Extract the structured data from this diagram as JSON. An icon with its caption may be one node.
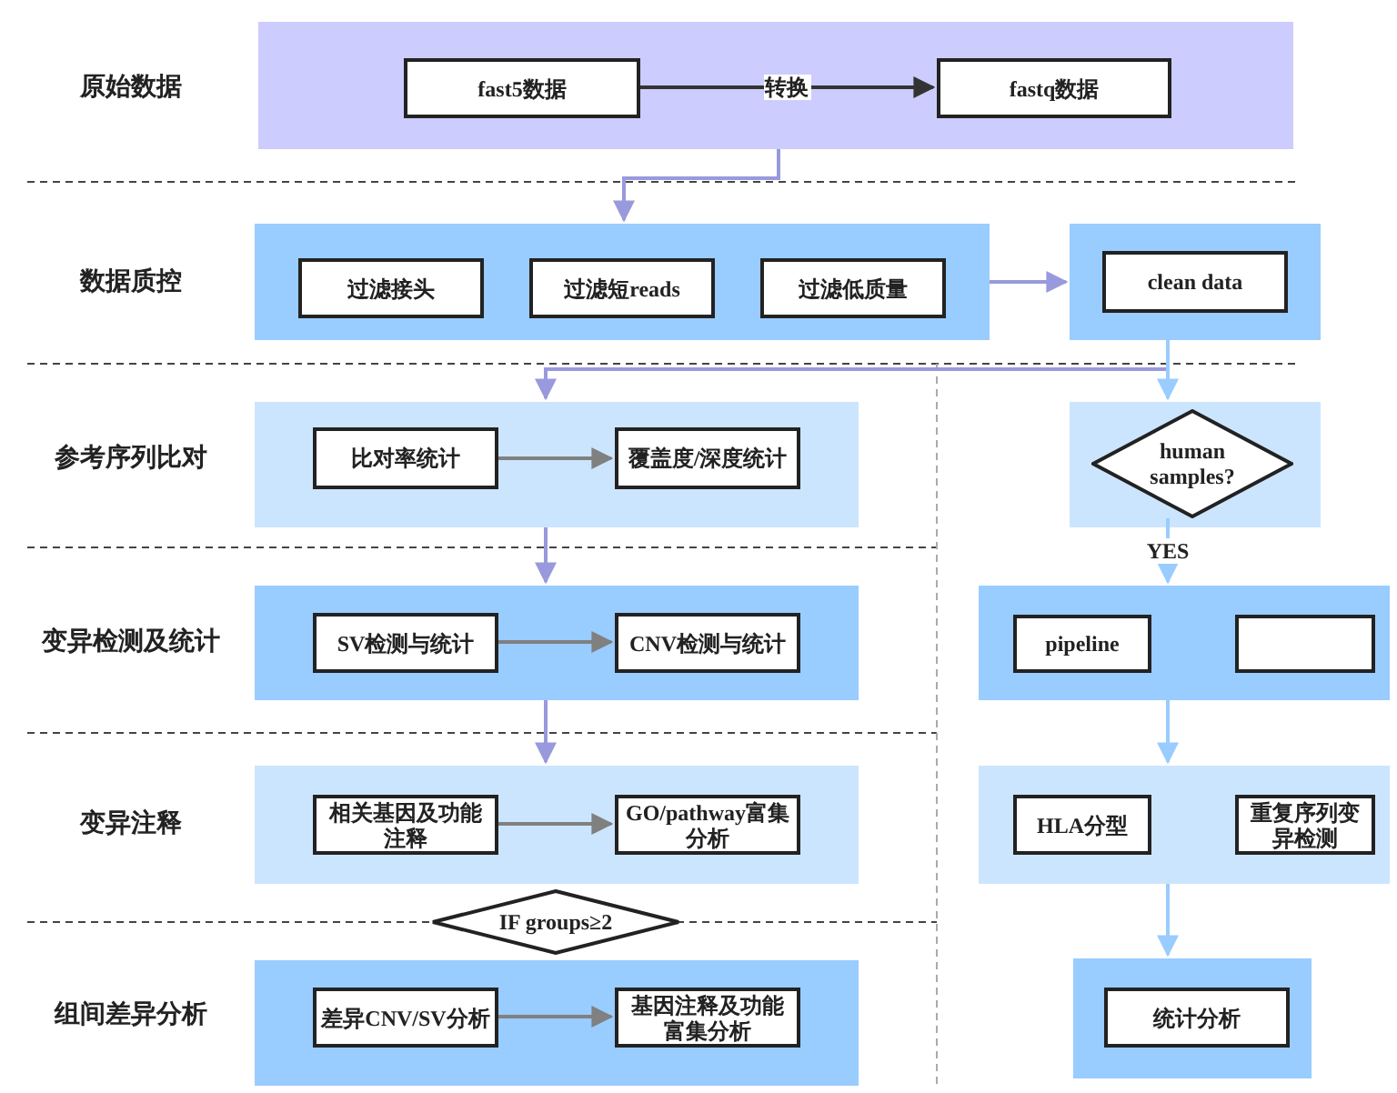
{
  "diagram": {
    "nodes": [
      {
        "text": [],
        "shape": "box"
      },
      {
        "text": [
          "fast5数据"
        ],
        "in": 0
      },
      {
        "text": [
          "fastq数据"
        ],
        "in": 0
      },
      {
        "text": [],
        "shape": "box"
      },
      {
        "text": [
          "过滤接头"
        ],
        "in": 3
      },
      {
        "text": [
          "过滤短reads"
        ],
        "in": 3
      },
      {
        "text": [
          "过滤低质量"
        ],
        "in": 3
      },
      {
        "text": [],
        "shape": "box"
      },
      {
        "text": [
          "clean data"
        ],
        "in": 7
      },
      {
        "text": [],
        "shape": "box"
      },
      {
        "text": [
          "比对率统计"
        ],
        "in": 9
      },
      {
        "text": [
          "覆盖度/深度统计"
        ],
        "in": 9
      },
      {
        "text": [],
        "shape": "box"
      },
      {
        "text": [
          "human samples?"
        ],
        "in": 12
      },
      {
        "text": [],
        "shape": "box"
      },
      {
        "text": [
          "SV检测与统计"
        ],
        "in": 14
      },
      {
        "text": [
          "CNV检测与统计"
        ],
        "in": 14
      },
      {
        "text": [],
        "shape": "box"
      },
      {
        "text": [
          "pipeline"
        ],
        "in": 17
      },
      {
        "text": [],
        "shape": "box",
        "in": 17
      },
      {
        "text": [],
        "shape": "box"
      },
      {
        "text": [
          "相关基因及功能注释"
        ],
        "in": 20
      },
      {
        "text": [
          "GO/pathway富集分析"
        ],
        "in": 20
      },
      {
        "text": [],
        "shape": "box"
      },
      {
        "text": [
          "HLA分型"
        ],
        "in": 23
      },
      {
        "text": [
          "重复序列变异检测"
        ],
        "in": 23
      },
      {
        "text": [
          "IF groups≥2"
        ]
      },
      {
        "text": [],
        "shape": "box"
      },
      {
        "text": [
          "差异CNV/SV分析"
        ],
        "in": 27
      },
      {
        "text": [
          "基因注释及功能富集分析"
        ],
        "in": 27
      },
      {
        "text": [],
        "shape": "box"
      },
      {
        "text": [
          "统计分析"
        ],
        "in": 30
      }
    ],
    "edges": [
      {
        "from": 1,
        "to": 2,
        "arrow": "to",
        "label": "转换",
        "color": "#333333"
      },
      {
        "from": 0,
        "to": 3,
        "arrow": "to"
      },
      {
        "from": 3,
        "to": 7,
        "arrow": "to"
      },
      {
        "from": 7,
        "to": 9,
        "arrow": "to"
      },
      {
        "from": 7,
        "to": 12,
        "arrow": "to",
        "color": "#99ccff"
      },
      {
        "from": 10,
        "to": 11,
        "arrow": "to",
        "color": "#808080"
      },
      {
        "from": 9,
        "to": 14,
        "arrow": "to"
      },
      {
        "from": 13,
        "to": 17,
        "arrow": "to",
        "label": "YES",
        "color": "#99ccff"
      },
      {
        "from": 15,
        "to": 16,
        "arrow": "to",
        "color": "#808080"
      },
      {
        "from": 14,
        "to": 20,
        "arrow": "to"
      },
      {
        "from": 17,
        "to": 23,
        "arrow": "to",
        "color": "#99ccff"
      },
      {
        "from": 21,
        "to": 22,
        "arrow": "to",
        "color": "#808080"
      },
      {
        "from": 23,
        "to": 30,
        "arrow": "to",
        "color": "#99ccff"
      },
      {
        "from": 28,
        "to": 29,
        "arrow": "to",
        "color": "#808080"
      }
    ],
    "labels": [
      "原始数据",
      "数据质控",
      "参考序列比对",
      "变异检测及统计",
      "变异注释",
      "组间差异分析"
    ]
  }
}
